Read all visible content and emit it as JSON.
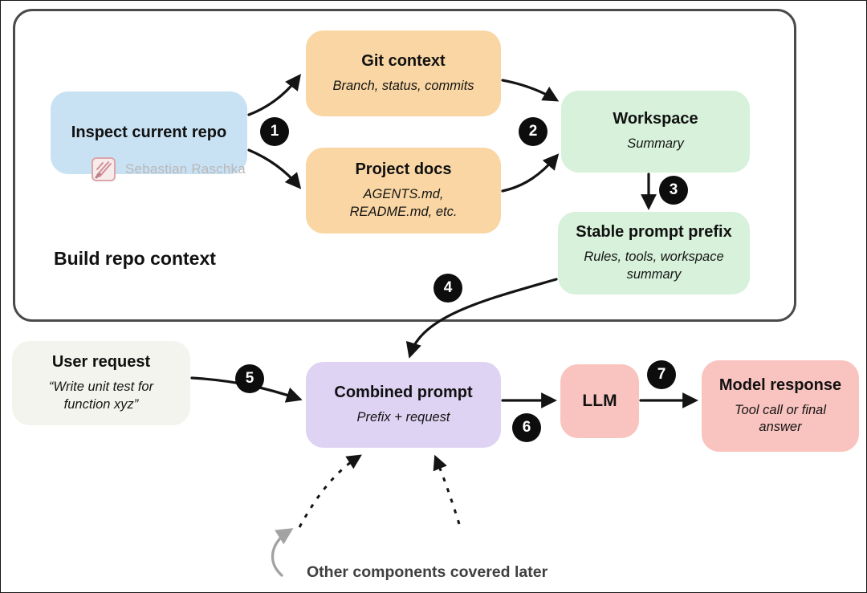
{
  "group": {
    "label": "Build repo context"
  },
  "nodes": {
    "inspect_repo": {
      "title": "Inspect current repo"
    },
    "git_context": {
      "title": "Git context",
      "subtitle": "Branch, status, commits"
    },
    "project_docs": {
      "title": "Project docs",
      "subtitle": "AGENTS.md,\nREADME.md, etc."
    },
    "workspace": {
      "title": "Workspace",
      "subtitle": "Summary"
    },
    "stable_prompt_prefix": {
      "title": "Stable prompt prefix",
      "subtitle": "Rules, tools, workspace\nsummary"
    },
    "user_request": {
      "title": "User request",
      "subtitle": "“Write unit test for\nfunction xyz”"
    },
    "combined_prompt": {
      "title": "Combined prompt",
      "subtitle": "Prefix + request"
    },
    "llm": {
      "title": "LLM"
    },
    "model_response": {
      "title": "Model response",
      "subtitle": "Tool call or final\nanswer"
    }
  },
  "steps": [
    "1",
    "2",
    "3",
    "4",
    "5",
    "6",
    "7"
  ],
  "watermark": {
    "text": "Sebastian Raschka"
  },
  "footnote": {
    "text": "Other components covered later"
  },
  "palette": {
    "blue": "#c8e1f3",
    "orange": "#f9d6a4",
    "green": "#d7f1da",
    "gray": "#f4f4ee",
    "purple": "#ded3f3",
    "pink": "#f9c4bf",
    "badge": "#0d0d0d",
    "arrow": "#141414",
    "muted_arrow": "#a3a3a3",
    "watermark_text": "#b9b9b9"
  }
}
